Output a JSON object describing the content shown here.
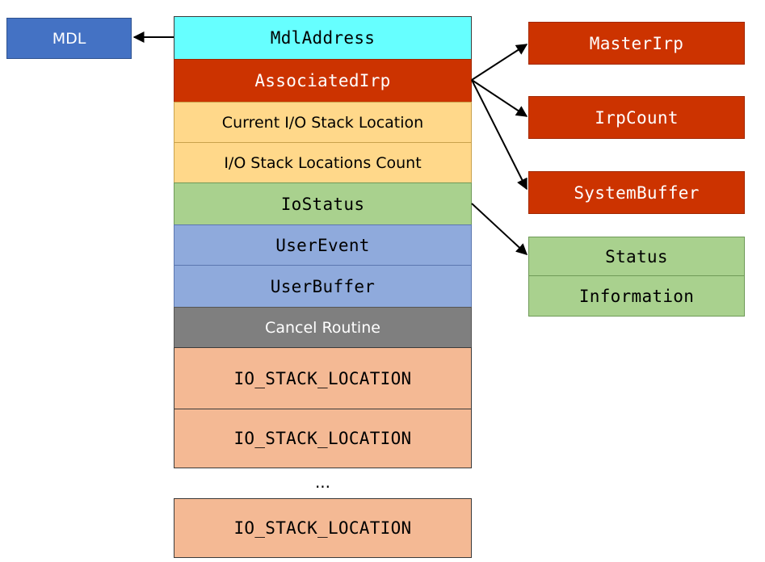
{
  "irp": {
    "mdl_address": "MdlAddress",
    "associated_irp": "AssociatedIrp",
    "current_stack_location": "Current I/O Stack Location",
    "stack_locations_count": "I/O Stack Locations Count",
    "io_status": "IoStatus",
    "user_event": "UserEvent",
    "user_buffer": "UserBuffer",
    "cancel_routine": "Cancel Routine",
    "stack_locations": [
      "IO_STACK_LOCATION",
      "IO_STACK_LOCATION",
      "IO_STACK_LOCATION"
    ],
    "ellipsis": "..."
  },
  "mdl": {
    "label": "MDL"
  },
  "associated_irp_members": [
    "MasterIrp",
    "IrpCount",
    "SystemBuffer"
  ],
  "io_status_block": {
    "status": "Status",
    "information": "Information"
  },
  "colors": {
    "mdl_address": "#66ffff",
    "associated_irp": "#cc3300",
    "stack_fields": "#ffd88a",
    "io_status": "#a9d18e",
    "user_fields": "#8faadc",
    "cancel_routine": "#7f7f7f",
    "stack_location": "#f4b994",
    "mdl": "#4472c4"
  }
}
